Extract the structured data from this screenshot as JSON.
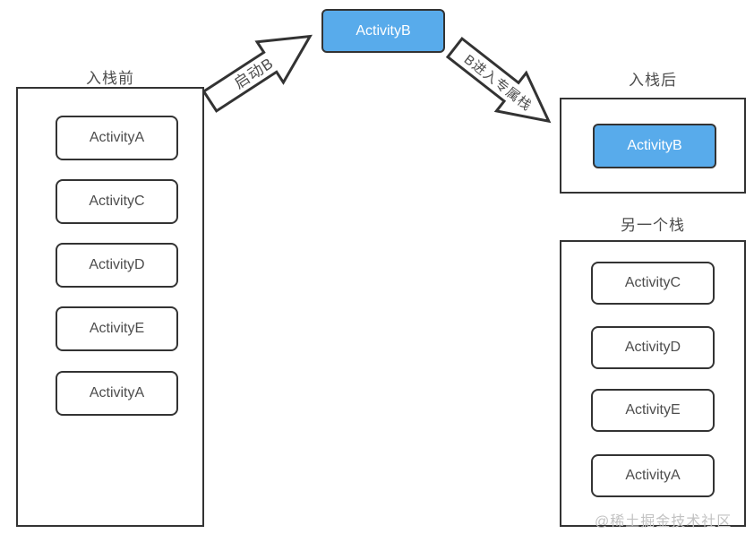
{
  "colors": {
    "outline": "#333333",
    "highlight_fill": "#58ABEB",
    "text": "#4d4d4d",
    "watermark": "#c2c2c2"
  },
  "floating_activity": {
    "label": "ActivityB"
  },
  "arrows": [
    {
      "label": "启动B",
      "direction": "up-right"
    },
    {
      "label": "B进入专属栈",
      "direction": "down-right"
    }
  ],
  "stacks": {
    "before": {
      "title": "入栈前",
      "items": [
        "ActivityA",
        "ActivityC",
        "ActivityD",
        "ActivityE",
        "ActivityA"
      ]
    },
    "after": {
      "title": "入栈后",
      "items": [
        "ActivityB"
      ]
    },
    "other": {
      "title": "另一个栈",
      "items": [
        "ActivityC",
        "ActivityD",
        "ActivityE",
        "ActivityA"
      ]
    }
  },
  "watermark": "@稀土掘金技术社区"
}
